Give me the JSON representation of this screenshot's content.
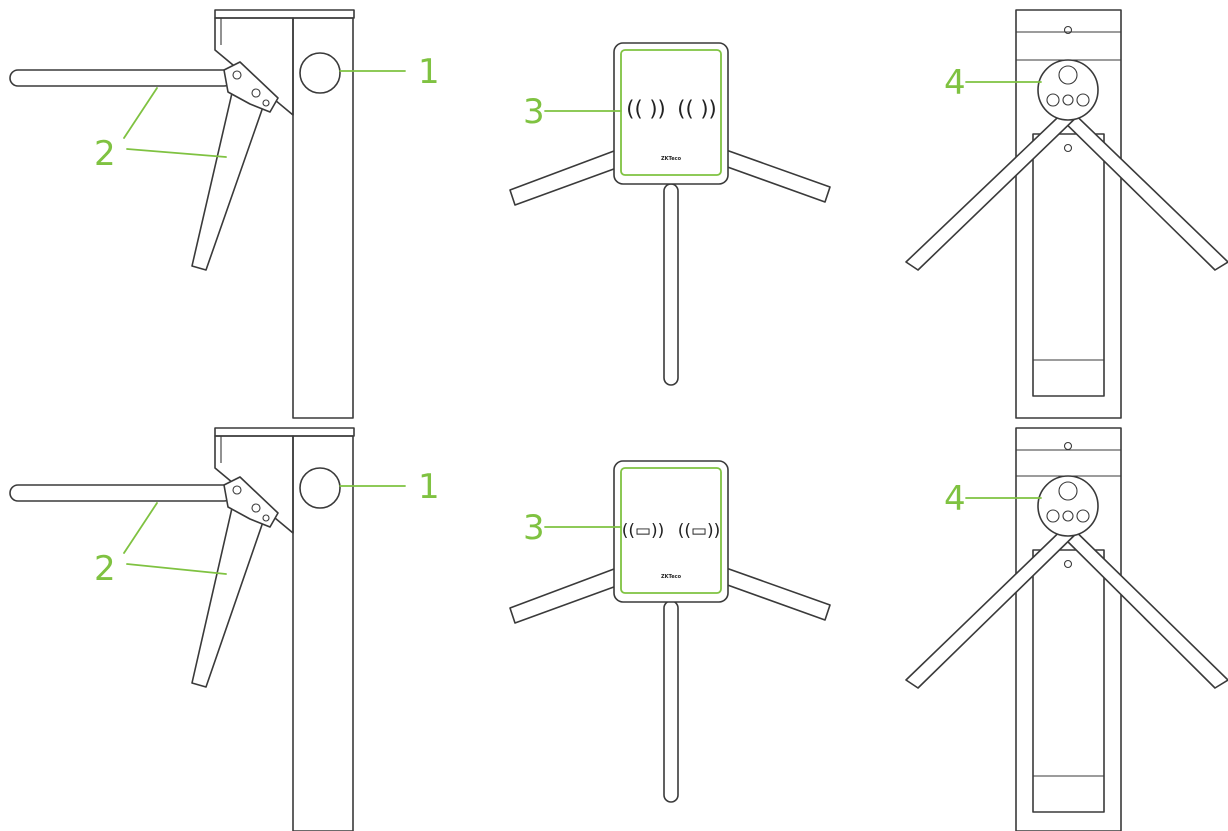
{
  "colors": {
    "callout": "#7fc241",
    "line": "#3a3a3a",
    "background": "#ffffff"
  },
  "callouts": {
    "c1": "1",
    "c2": "2",
    "c3": "3",
    "c4": "4"
  },
  "rows": [
    {
      "reader_symbols": [
        "(( ))",
        "(( ))"
      ],
      "logo": "ZKTeco"
    },
    {
      "reader_symbols": [
        "((▭))",
        "((▭))"
      ],
      "logo": "ZKTeco"
    }
  ]
}
